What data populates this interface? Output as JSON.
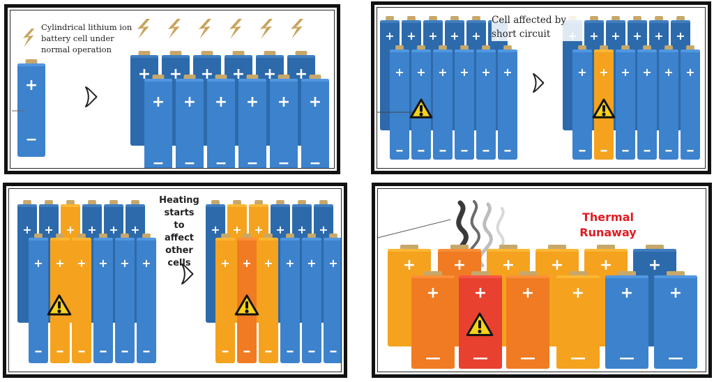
{
  "colors": {
    "blue": "#3d82cc",
    "blue_dark": "#2c6aab",
    "cap": "#c7a86a",
    "orange": "#f5a21e",
    "orange_dark": "#f07b22",
    "red": "#e8412f",
    "warn_yellow": "#f6d21a",
    "heading_red": "#e11b22",
    "lightning": "#c9a25c",
    "smoke": "#3a3a3a"
  },
  "panel1": {
    "caption": "Cylindrical lithium ion battery cell under normal operation",
    "icons": [
      "lightning-icon",
      "chevron-right-icon"
    ]
  },
  "panel2": {
    "caption_line1": "Cell affected by",
    "caption_line2": "short circuit",
    "icons": [
      "warning-icon",
      "chevron-right-icon"
    ]
  },
  "panel3": {
    "caption": "Heating starts to affect other cells",
    "caption_lines": [
      "Heating",
      "starts to",
      "affect",
      "other",
      "cells"
    ],
    "icons": [
      "warning-icon",
      "chevron-right-icon"
    ]
  },
  "panel4": {
    "caption_line1": "Thermal",
    "caption_line2": "Runaway",
    "icons": [
      "smoke-icon",
      "warning-icon"
    ]
  },
  "symbols": {
    "plus": "+",
    "minus": "—"
  }
}
